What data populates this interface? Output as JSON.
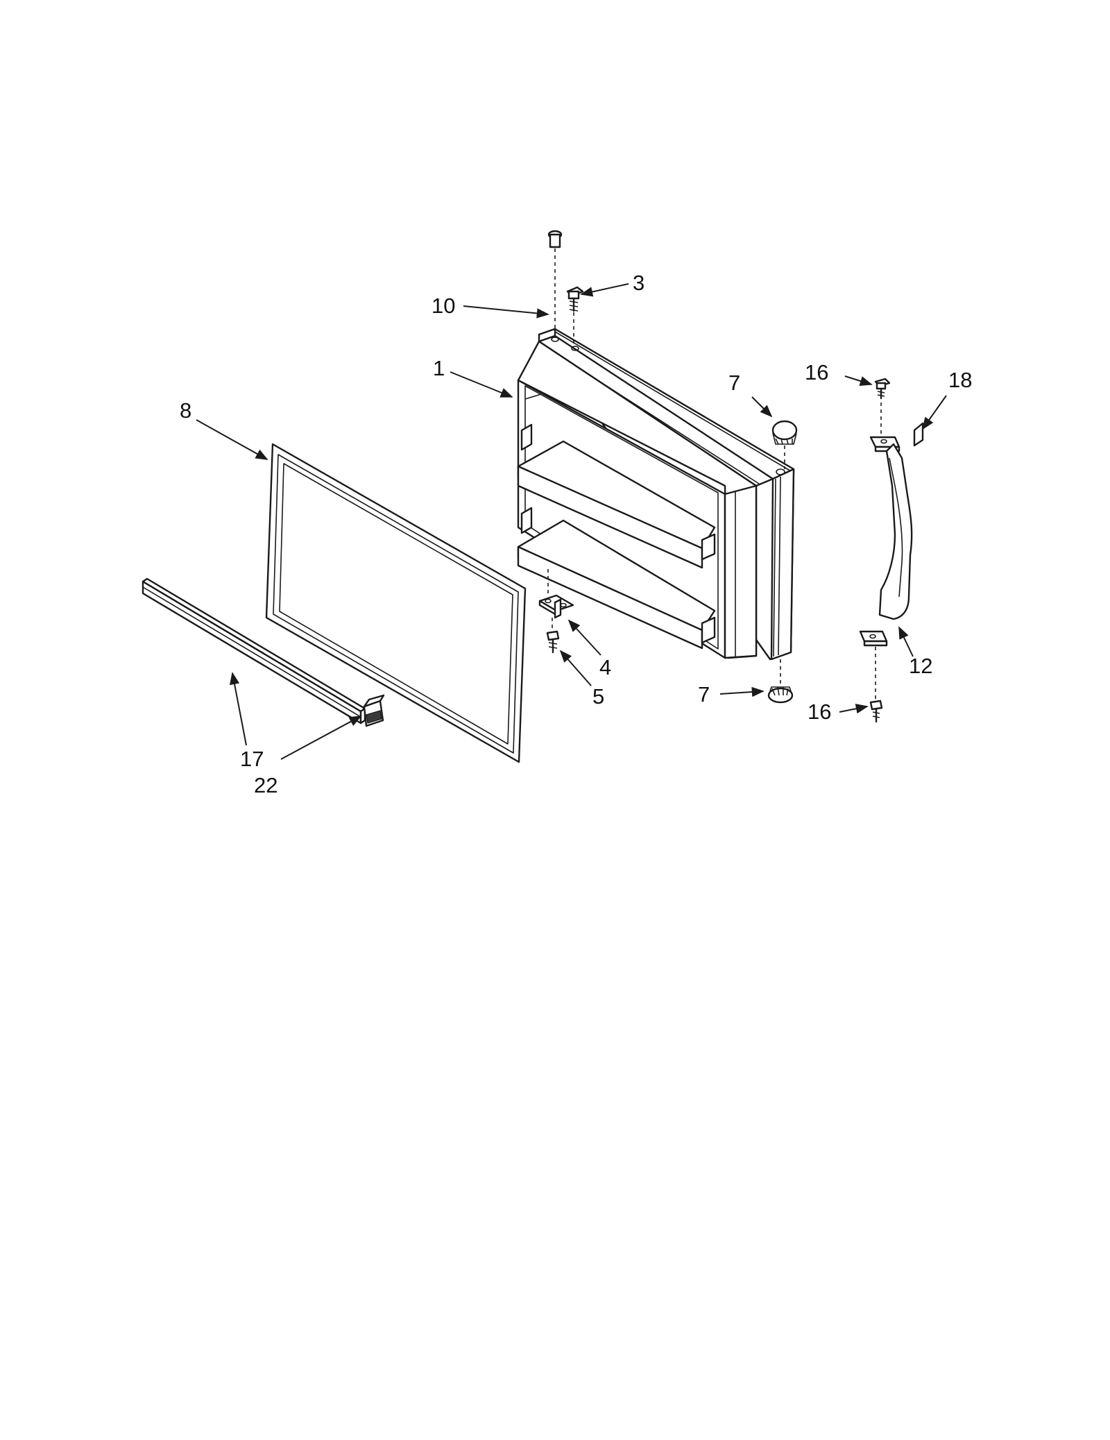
{
  "callouts": {
    "c1": "1",
    "c3": "3",
    "c4": "4",
    "c5": "5",
    "c7_top": "7",
    "c7_bottom": "7",
    "c8": "8",
    "c10": "10",
    "c12": "12",
    "c16_top": "16",
    "c16_bottom": "16",
    "c17": "17",
    "c18": "18",
    "c22": "22"
  },
  "colors": {
    "line": "#1a1a1a",
    "background": "#ffffff"
  }
}
